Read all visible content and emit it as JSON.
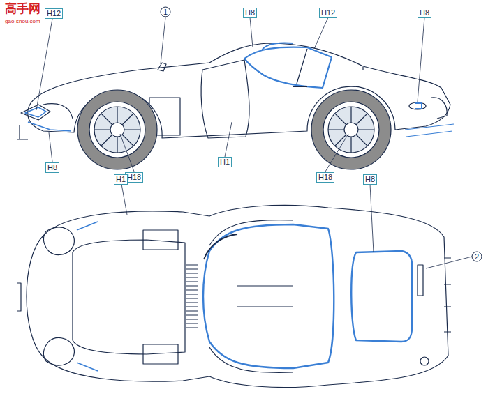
{
  "diagram": {
    "labels": [
      "高手网",
      "gao-shou.com",
      "H12",
      "1",
      "H8",
      "H12",
      "H8",
      "H8",
      "H1",
      "H18",
      "H18",
      "H1",
      "H8",
      "2"
    ]
  }
}
